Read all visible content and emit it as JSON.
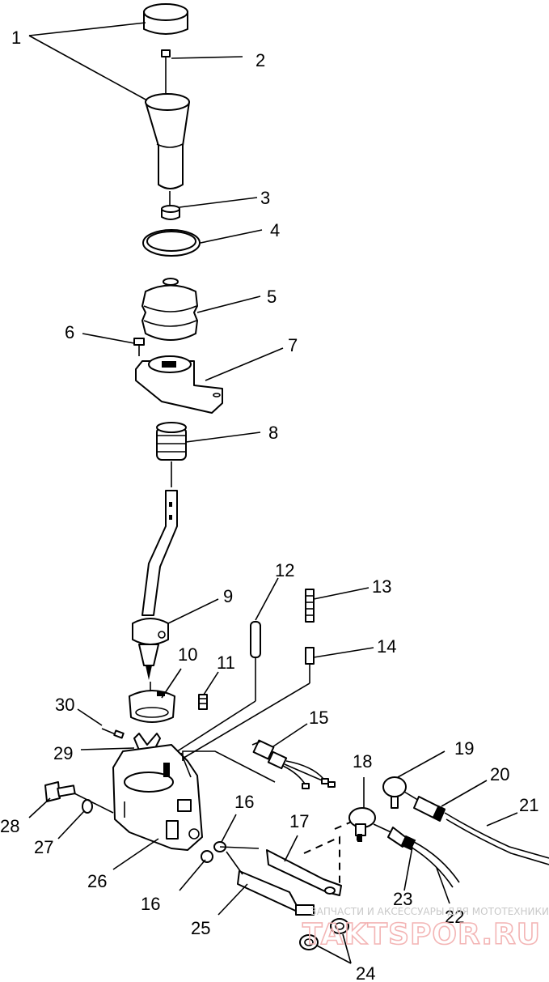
{
  "diagram": {
    "callouts": [
      "1",
      "2",
      "3",
      "4",
      "5",
      "6",
      "7",
      "8",
      "9",
      "10",
      "11",
      "12",
      "13",
      "14",
      "15",
      "16",
      "16",
      "17",
      "18",
      "19",
      "20",
      "21",
      "22",
      "23",
      "24",
      "25",
      "26",
      "27",
      "28",
      "29",
      "30"
    ],
    "watermark": {
      "small": "ЗАПЧАСТИ И АКСЕССУАРЫ ДЛЯ МОТОТЕХНИКИ",
      "large": "TAKTSPOR.RU"
    }
  }
}
